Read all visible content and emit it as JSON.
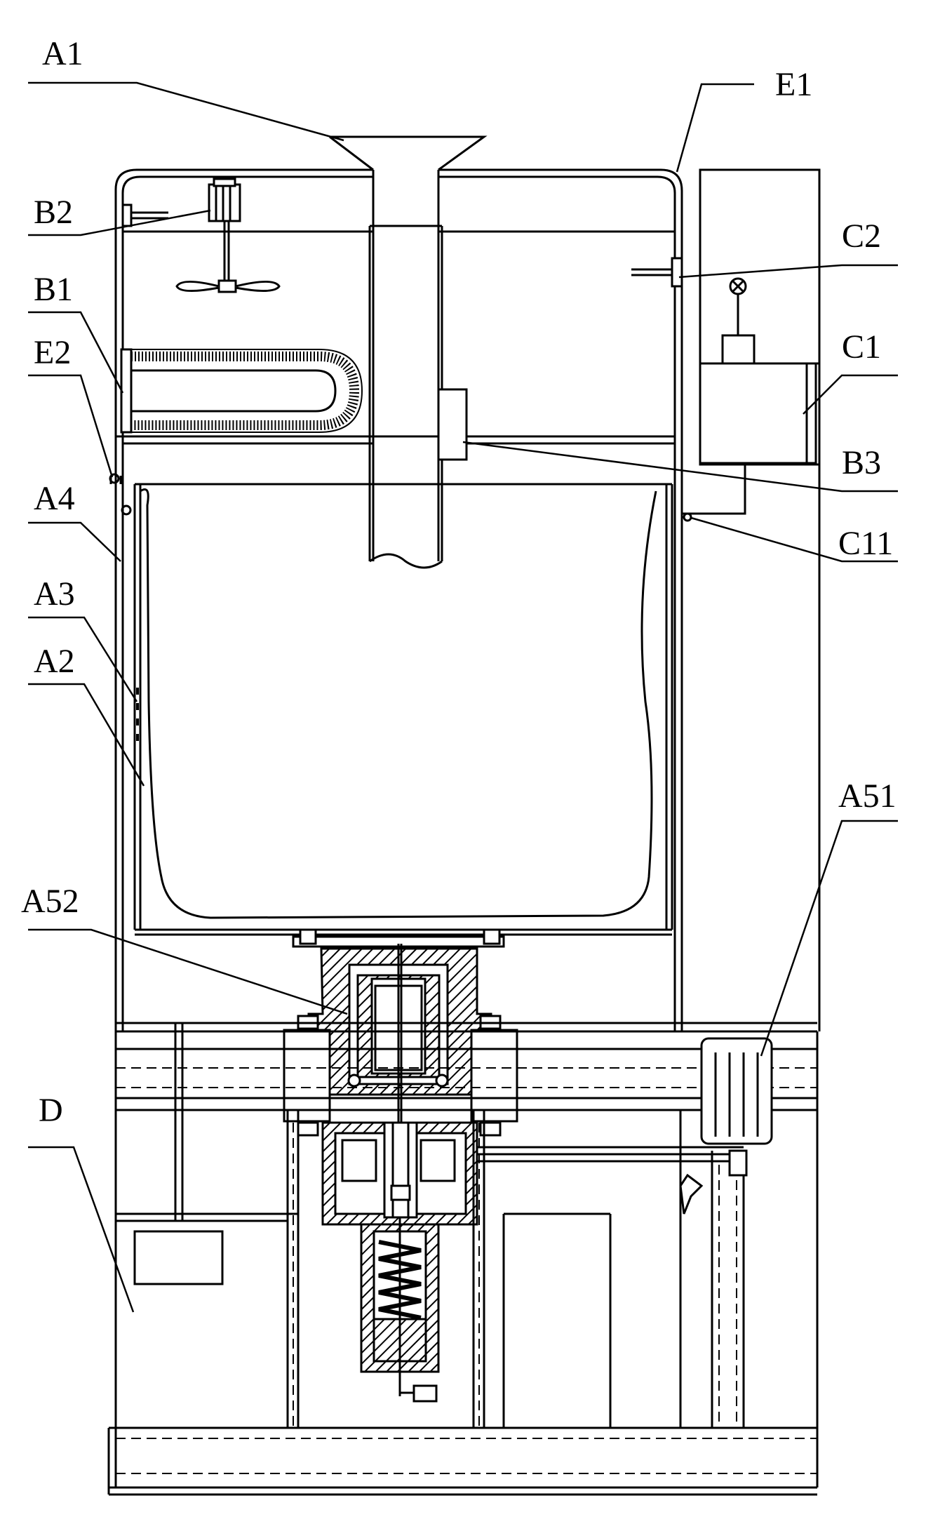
{
  "labels": {
    "a1": "A1",
    "e1": "E1",
    "b2": "B2",
    "c2": "C2",
    "b1": "B1",
    "c1": "C1",
    "e2": "E2",
    "b3": "B3",
    "a4": "A4",
    "c11": "C11",
    "a3": "A3",
    "a2": "A2",
    "a51": "A51",
    "a52": "A52",
    "d": "D"
  },
  "colors": {
    "line": "#000000",
    "background": "#ffffff"
  }
}
